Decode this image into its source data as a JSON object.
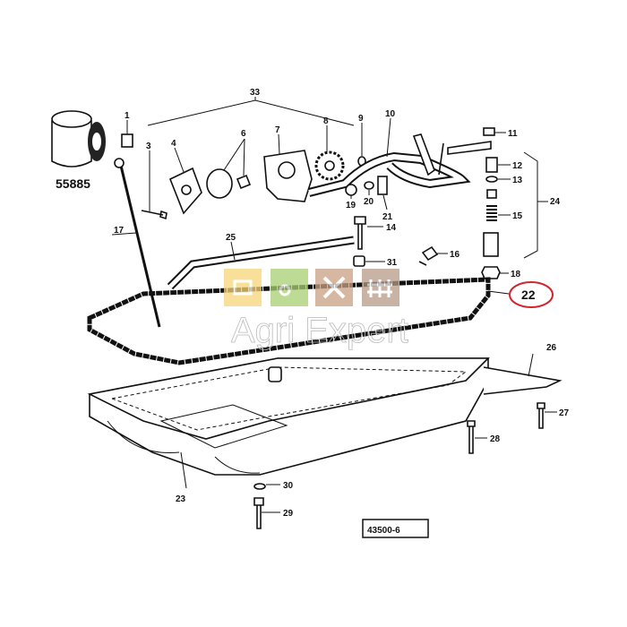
{
  "diagram": {
    "drawing_number": "43500-6",
    "filter_part_number": "55885",
    "highlighted_callout": "22",
    "highlight_color": "#d0262d",
    "watermark": "Agri Expert",
    "watermark_tiles": [
      {
        "icon": "tractor-icon",
        "color": "#f6d67a"
      },
      {
        "icon": "mower-icon",
        "color": "#a9cf72"
      },
      {
        "icon": "tools-icon",
        "color": "#c9a184"
      },
      {
        "icon": "fence-icon",
        "color": "#b79a86"
      }
    ],
    "callouts": {
      "c33": "33",
      "c1": "1",
      "c3": "3",
      "c4": "4",
      "c6": "6",
      "c7": "7",
      "c8": "8",
      "c9": "9",
      "c10": "10",
      "c11": "11",
      "c12": "12",
      "c13": "13",
      "c24": "24",
      "c15": "15",
      "c14": "14",
      "c17": "17",
      "c25": "25",
      "c19": "19",
      "c20": "20",
      "c21": "21",
      "c16": "16",
      "c31": "31",
      "c18": "18",
      "c22": "22",
      "c26": "26",
      "c27": "27",
      "c28": "28",
      "c23": "23",
      "c30": "30",
      "c29": "29"
    }
  }
}
